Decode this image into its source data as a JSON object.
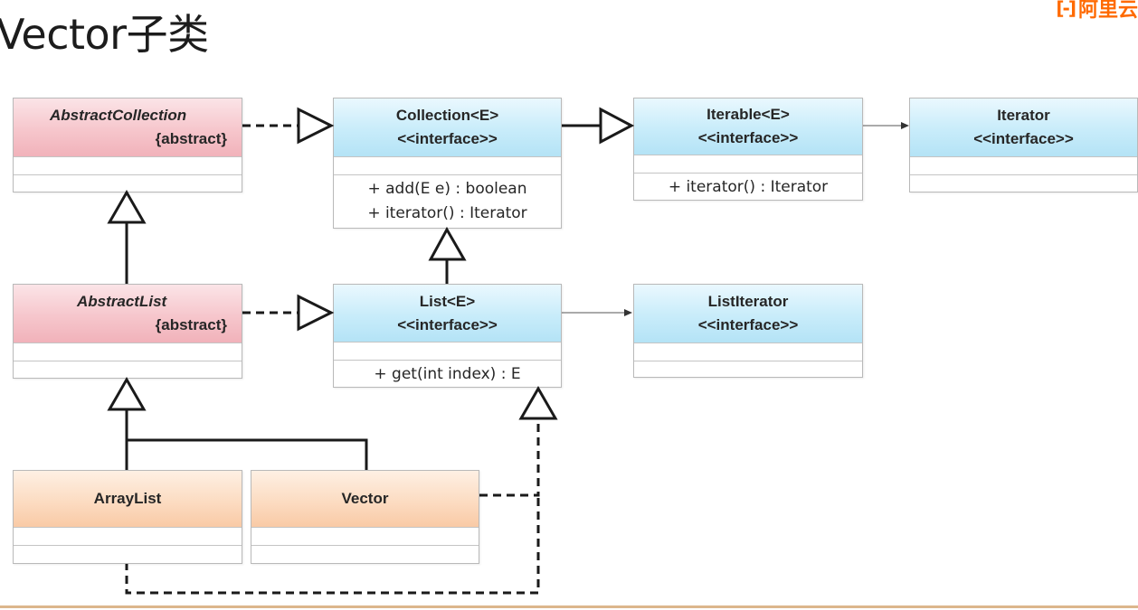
{
  "title": "Vector子类",
  "brand": {
    "mark": "[-]",
    "text": "阿里云"
  },
  "classes": {
    "abstract_collection": {
      "name": "AbstractCollection",
      "stereotype": "{abstract}"
    },
    "collection": {
      "name": "Collection<E>",
      "stereotype": "<<interface>>",
      "ops": [
        "+ add(E e) : boolean",
        "+ iterator() : Iterator"
      ]
    },
    "iterable": {
      "name": "Iterable<E>",
      "stereotype": "<<interface>>",
      "ops": [
        "+ iterator() : Iterator"
      ]
    },
    "iterator": {
      "name": "Iterator",
      "stereotype": "<<interface>>"
    },
    "abstract_list": {
      "name": "AbstractList",
      "stereotype": "{abstract}"
    },
    "list": {
      "name": "List<E>",
      "stereotype": "<<interface>>",
      "ops": [
        "+ get(int index) : E"
      ]
    },
    "list_iterator": {
      "name": "ListIterator",
      "stereotype": "<<interface>>"
    },
    "array_list": {
      "name": "ArrayList"
    },
    "vector": {
      "name": "Vector"
    }
  },
  "colors": {
    "interface_header": "#c8ecfa",
    "abstract_header": "#f6c6cc",
    "concrete_header": "#fcdcc2",
    "brand": "#ff6a00"
  }
}
